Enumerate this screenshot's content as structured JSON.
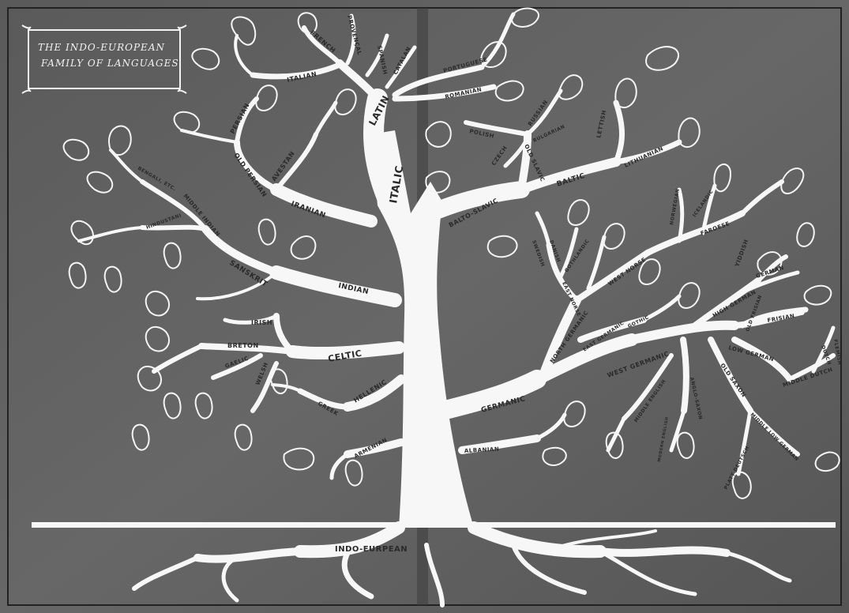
{
  "title": {
    "line1": "THE INDO-EUROPEAN",
    "line2": "FAMILY OF LANGUAGES"
  },
  "languages": {
    "root": "INDO-EURPEAN",
    "italic": "ITALIC",
    "latin": "LATIN",
    "french": "FRENCH",
    "provencal": "PROVENÇAL",
    "spanish": "SPANISH",
    "catalan": "CATALAN",
    "italian": "ITALIAN",
    "portuguese": "PORTUGUESE",
    "romanian": "ROMANIAN",
    "persian": "PERSIAN",
    "old_persian": "OLD PERSIAN",
    "avestan": "AVESTAN",
    "iranian": "IRANIAN",
    "bengali": "BENGALI, ETC.",
    "hindustani": "HINDUSTANI",
    "middle_indian": "MIDDLE INDIAN",
    "sanskrit": "SANSKRIT",
    "indian": "INDIAN",
    "irish": "IRISH",
    "breton": "BRETON",
    "gaelic": "GAELIC",
    "welsh": "WELSH",
    "celtic": "CELTIC",
    "greek": "GREEK",
    "hellenic": "HELLENIC",
    "armenian": "ARMENIAN",
    "polish": "POLISH",
    "czech": "CZECH",
    "russian": "RUSSIAN",
    "bulgarian": "BULGARIAN",
    "old_slavic": "OLD SLAVIC",
    "lettish": "LETTISH",
    "lithuanian": "LITHUANIAN",
    "baltic": "BALTIC",
    "balto_slavic": "BALTO-SLAVIC",
    "swedish": "SWEDISH",
    "danish": "DANISH",
    "gothlandic": "GOTHLANDIC",
    "norwegian": "NORWEGIAN",
    "icelandic": "ICELANDIC",
    "faroese": "FAROESE",
    "west_norse": "WEST NORSE",
    "east_norse": "EAST NORSE",
    "north_germanic": "NORTH GERMANIC",
    "east_germanic": "EAST GERMANIC",
    "gothic": "GOTHIC",
    "yiddish": "YIDDISH",
    "german": "GERMAN",
    "high_german": "HIGH GERMAN",
    "old_frisian": "OLD FRISIAN",
    "frisian": "FRISIAN",
    "west_germanic": "WEST GERMANIC",
    "low_german": "LOW GERMAN",
    "dutch": "DUTCH",
    "flemish": "FLEMISH",
    "middle_dutch": "MIDDLE DUTCH",
    "old_saxon": "OLD SAXON",
    "middle_low_german": "MIDDLE LOW GERMAN",
    "plattdeutsch": "PLATT DEUTSCH",
    "anglo_saxon": "ANGLO-SAXON",
    "middle_english": "MIDDLE ENGLISH",
    "modern_english": "MODERN ENGLISH",
    "germanic": "GERMANIC",
    "albanian": "ALBANIAN"
  },
  "colors": {
    "background": "#5f5f5f",
    "tree": "#f7f7f7",
    "label": "#2a2a2a"
  }
}
